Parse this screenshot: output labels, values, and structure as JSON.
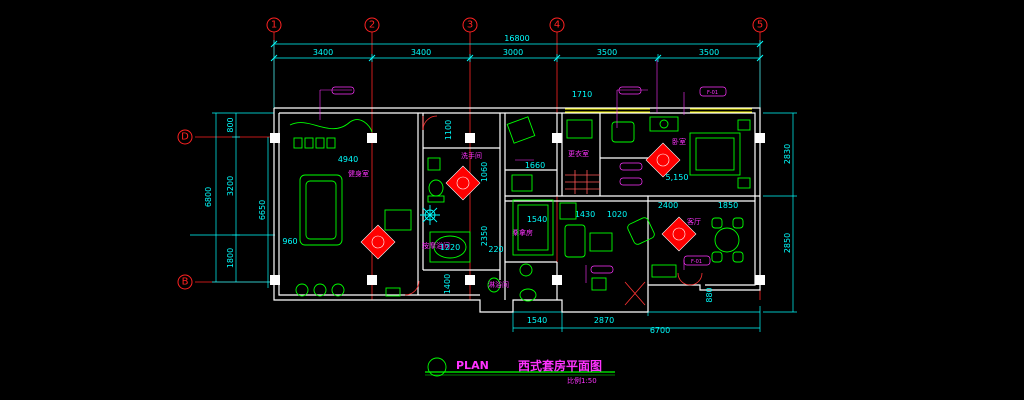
{
  "plan": {
    "grid_columns": [
      "1",
      "2",
      "3",
      "4",
      "5"
    ],
    "grid_rows": [
      "D",
      "B"
    ],
    "dims": {
      "overall_top": "16800",
      "top_segments": [
        "3400",
        "3400",
        "3000",
        "3500",
        "3500"
      ],
      "left_overall": "6800",
      "left_segments": [
        "800",
        "3200",
        "1800"
      ],
      "left_inner": "6650",
      "right_segments": [
        "2830",
        "2850"
      ],
      "bottom_segments": [
        "1540",
        "2870"
      ],
      "bottom_overall": "6700",
      "inner": {
        "d1710": "1710",
        "d4940": "4940",
        "d1100": "1100",
        "d1660": "1660",
        "d960": "960",
        "d1540a": "1540",
        "d1430": "1430",
        "d1020": "1020",
        "d2400": "2400",
        "d1850": "1850",
        "d1400": "1400",
        "d880": "880",
        "d220": "220",
        "d2350": "2350",
        "d1060": "1060",
        "d5150": "5,150",
        "d1220": "1220"
      }
    },
    "rooms": {
      "gym": "健身室",
      "washroom": "洗手间",
      "cloakroom": "更衣室",
      "bedroom": "卧室",
      "living": "客厅",
      "steam": "桑拿房",
      "jacuzzi": "按摩浴间",
      "shower": "淋浴间"
    },
    "tags": [
      "F-01",
      "F-01"
    ],
    "title_en": "PLAN",
    "title_cn": "西式套房平面图",
    "scale": "比例1:50"
  },
  "colors": {
    "background": "#000000",
    "wall": "#ffffff",
    "dimension": "#00ffff",
    "axis": "#ff2222",
    "furniture": "#00ff00",
    "label": "#ff33ff",
    "accent": "#ffff00",
    "decor": "#ff0000"
  }
}
